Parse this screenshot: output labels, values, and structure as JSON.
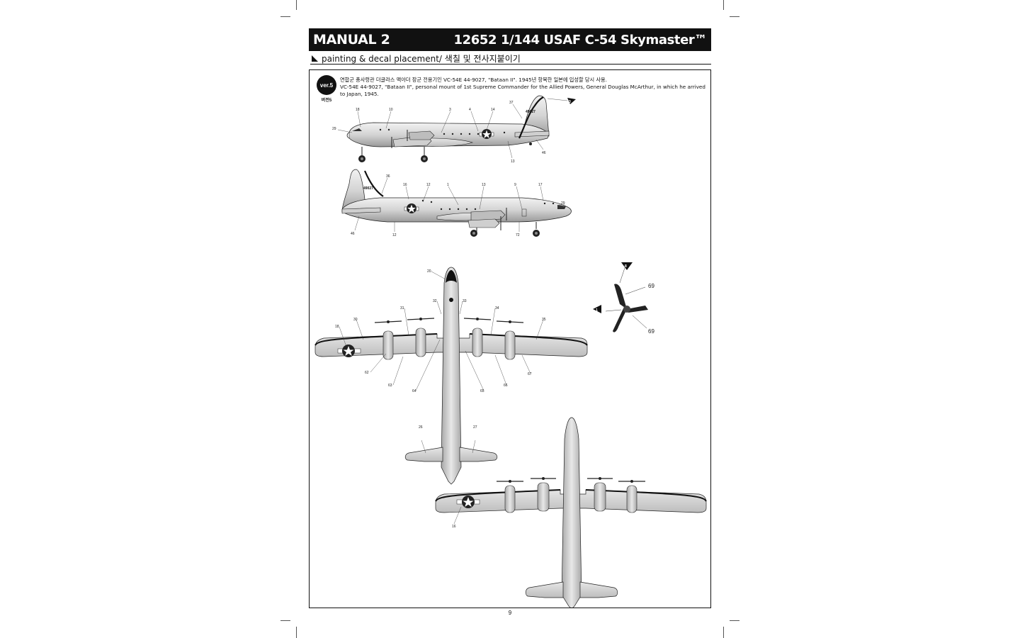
{
  "header": {
    "manual_label": "MANUAL 2",
    "product_title": "12652 1/144 USAF C-54 Skymaster™"
  },
  "subheader": {
    "section_label": "painting & decal placement/ 색칠 및 전사지붙이기"
  },
  "version": {
    "badge": "ver.5",
    "badge_korean": "버전5",
    "description_korean": "연합군 총사령관 더글라스 맥아더 장군 전용기인 VC-54E 44-9027, \"Bataan II\". 1945년 항복한 일본에 입성할 당시 사용.",
    "description_english": "VC-54E 44-9027, \"Bataan II\", personal mount of 1st Supreme Commander for the Allied Powers, General Douglas McArthur, in which he arrived to Japan, 1945."
  },
  "registration": "49027",
  "callouts": {
    "side_top": [
      "18",
      "10",
      "3",
      "4",
      "14",
      "37",
      "29",
      "13",
      "46",
      "3"
    ],
    "side_bottom": [
      "36",
      "16",
      "12",
      "1",
      "13",
      "9",
      "17",
      "29",
      "46",
      "12",
      "72"
    ],
    "top_view": [
      "20",
      "32",
      "33",
      "31",
      "34",
      "18",
      "30",
      "35",
      "62",
      "63",
      "64",
      "65",
      "66",
      "67",
      "26",
      "27"
    ],
    "bottom_view": [
      "16"
    ],
    "propeller": [
      "8",
      "1",
      "69",
      "69"
    ]
  },
  "page_number": "9",
  "colors": {
    "fuselage": "#d9d9d9",
    "anti_glare": "#111111",
    "insignia": "#222222"
  }
}
